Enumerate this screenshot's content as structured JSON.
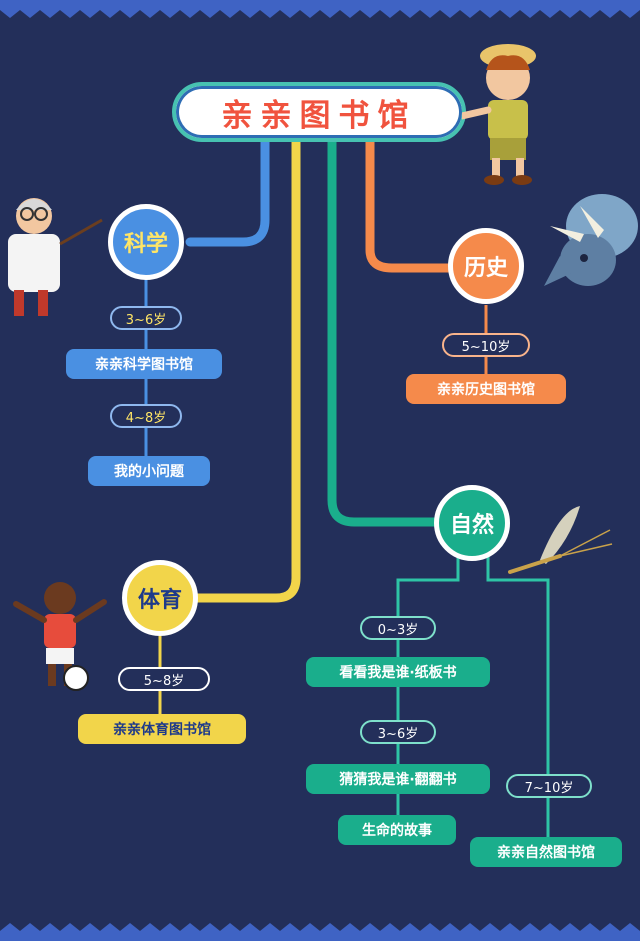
{
  "title": "亲亲图书馆",
  "colors": {
    "background": "#232f5a",
    "science": "#4a90e2",
    "history": "#f58a4b",
    "nature": "#1aae8c",
    "sports": "#f2d54a"
  },
  "branches": {
    "science": {
      "label": "科学",
      "age1": "3~6岁",
      "book1": "亲亲科学图书馆",
      "age2": "4~8岁",
      "book2": "我的小问题"
    },
    "history": {
      "label": "历史",
      "age": "5~10岁",
      "book": "亲亲历史图书馆"
    },
    "nature": {
      "label": "自然",
      "age1": "0~3岁",
      "book1": "看看我是谁·纸板书",
      "age2": "3~6岁",
      "book2": "猜猜我是谁·翻翻书",
      "book3": "生命的故事",
      "age3": "7~10岁",
      "book4": "亲亲自然图书馆"
    },
    "sports": {
      "label": "体育",
      "age": "5~8岁",
      "book": "亲亲体育图书馆"
    }
  },
  "decorations": [
    "scientist-icon",
    "explorer-boy-icon",
    "triceratops-icon",
    "mayfly-icon",
    "soccer-kid-icon"
  ]
}
